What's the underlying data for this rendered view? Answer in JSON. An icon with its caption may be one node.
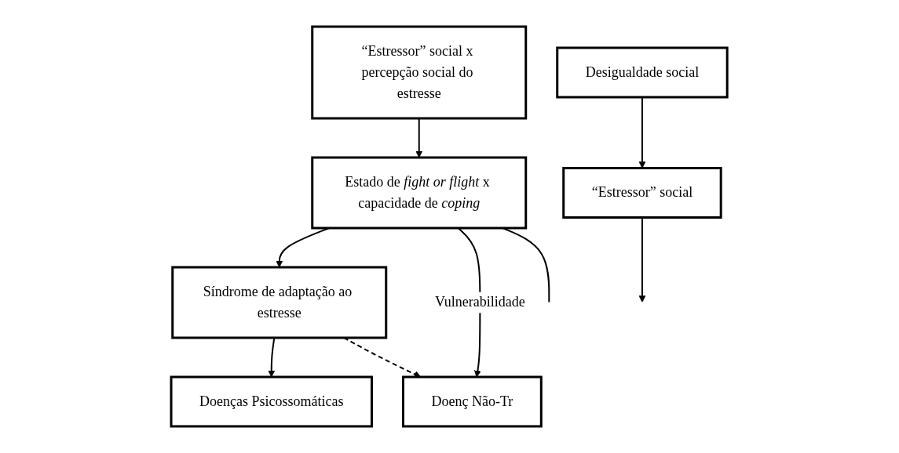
{
  "diagram": {
    "nodes": [
      {
        "text": [
          "“Estressor” social x percepção social do estresse"
        ]
      },
      {
        "text": [
          "Estado de *fight or flight* x capacidade de *coping*"
        ]
      },
      {
        "text": [
          "Síndrome de adaptação ao estresse"
        ]
      },
      {
        "text": [
          "Doenças Psicossomáticas"
        ]
      },
      {
        "text": [
          "Doenç Não-Tr"
        ]
      },
      {
        "text": [
          "Desigualdade social"
        ]
      },
      {
        "text": [
          "“Estressor” social"
        ]
      }
    ],
    "edges": [
      {
        "from": 0,
        "to": 1,
        "arrow": "to"
      },
      {
        "from": 1,
        "to": 2,
        "arrow": "to"
      },
      {
        "from": 1,
        "to": 4,
        "arrow": "to",
        "label": "Vulnerabilidade"
      },
      {
        "from": 1,
        "to": null,
        "arrow": "none"
      },
      {
        "from": 2,
        "to": 3,
        "arrow": "to"
      },
      {
        "from": 2,
        "to": 4,
        "arrow": "to",
        "style": "dashed"
      },
      {
        "from": 5,
        "to": 6,
        "arrow": "to"
      },
      {
        "from": 6,
        "to": null,
        "arrow": "to"
      }
    ]
  }
}
